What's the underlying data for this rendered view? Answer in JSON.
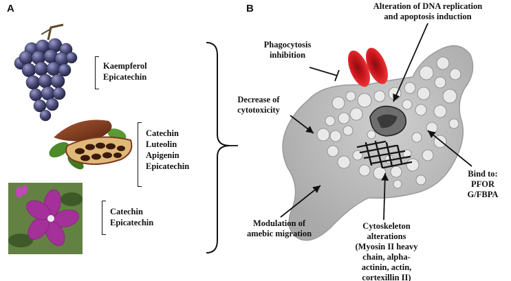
{
  "panels": {
    "a": "A",
    "b": "B"
  },
  "compound_groups": [
    {
      "plant": "grape-icon",
      "compounds": [
        "Kaempferol",
        "Epicatechin"
      ]
    },
    {
      "plant": "cacao-icon",
      "compounds": [
        "Catechin",
        "Luteolin",
        "Apigenin",
        "Epicatechin"
      ]
    },
    {
      "plant": "geranium-flower-icon",
      "compounds": [
        "Catechin",
        "Epicatechin"
      ]
    }
  ],
  "effects": {
    "phagocytosis": [
      "Phagocytosis",
      "inhibition"
    ],
    "dna": [
      "Alteration of  DNA replication",
      "and apoptosis induction"
    ],
    "cytotoxicity": [
      "Decrease of",
      "cytotoxicity"
    ],
    "bind": [
      "Bind to:",
      "PFOR",
      "G/FBPA"
    ],
    "migration": [
      "Modulation of",
      "amebic migration"
    ],
    "cytoskeleton": [
      "Cytoskeleton",
      "alterations",
      "(Myosin II heavy",
      "chain, alpha-",
      "actinin, actin,",
      "cortexillin II)"
    ]
  },
  "colors": {
    "ink": "#111111",
    "rbc": "#d01820",
    "cell": "#b9b9b9",
    "grape": "#4a4a7a",
    "cacao": "#7a3a1e",
    "flower": "#a4309a"
  }
}
